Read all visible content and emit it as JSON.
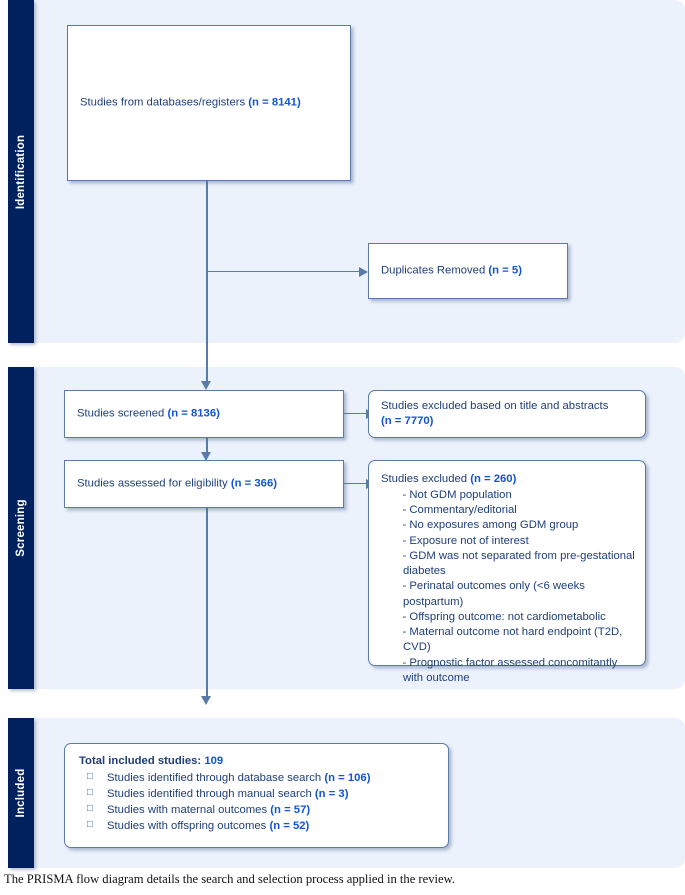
{
  "figure": {
    "caption": "The PRISMA flow diagram details the search and selection process applied in the review.",
    "colors": {
      "band_background": "#ecf2fb",
      "stage_tab": "#00215e",
      "box_border": "#5b7aa8",
      "body_text": "#1f3e7a",
      "count_text": "#1155d4",
      "page_background": "#ffffff"
    }
  },
  "stages": {
    "identification": {
      "label": "Identification"
    },
    "screening": {
      "label": "Screening"
    },
    "included": {
      "label": "Included"
    }
  },
  "boxes": {
    "records_identified": {
      "text": "Studies from databases/registers ",
      "count": "(n = 8141)"
    },
    "duplicates_removed": {
      "text": "Duplicates Removed ",
      "count": "(n = 5)"
    },
    "studies_screened": {
      "text": "Studies screened ",
      "count": "(n = 8136)"
    },
    "excluded_title_abstract": {
      "text": "Studies excluded based on title and abstracts",
      "count": "(n = 7770)"
    },
    "studies_assessed": {
      "text": "Studies assessed for eligibility ",
      "count": "(n = 366)"
    },
    "excluded_fulltext": {
      "text": "Studies excluded ",
      "count": "(n = 260)",
      "reasons": [
        "- Not GDM population",
        "- Commentary/editorial",
        "- No exposures among GDM group",
        "- Exposure not of interest",
        "- GDM was not separated from pre-gestational diabetes",
        "- Perinatal outcomes only (<6 weeks postpartum)",
        "- Offspring outcome: not cardiometabolic",
        "- Maternal outcome not hard endpoint (T2D, CVD)",
        "- Prognostic factor assessed concomitantly with outcome"
      ]
    },
    "included_studies": {
      "heading_text": "Total included studies: ",
      "heading_count": "109",
      "bullet_glyph": "□",
      "items": [
        {
          "text": "Studies identified through database search ",
          "count": "(n = 106)"
        },
        {
          "text": "Studies identified through manual search ",
          "count": "(n = 3)"
        },
        {
          "text": "Studies with maternal outcomes ",
          "count": "(n = 57)"
        },
        {
          "text": "Studies with offspring outcomes ",
          "count": "(n = 52)"
        }
      ]
    }
  }
}
